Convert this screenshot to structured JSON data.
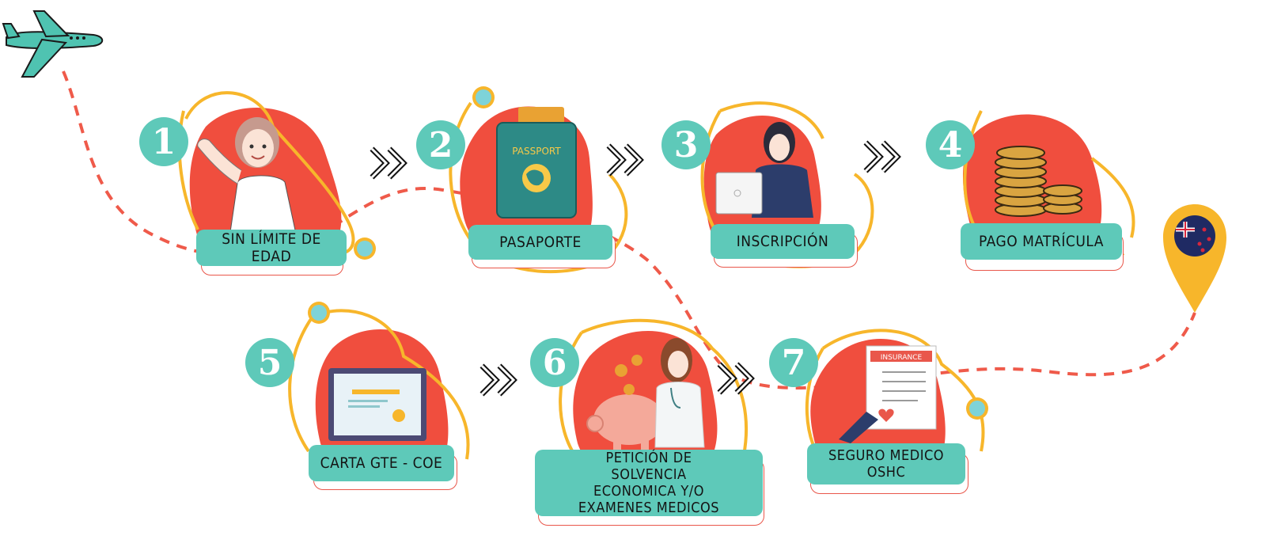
{
  "steps": [
    {
      "number": "1",
      "label": "SIN LÍMITE DE EDAD"
    },
    {
      "number": "2",
      "label": "PASAPORTE"
    },
    {
      "number": "3",
      "label": "INSCRIPCIÓN"
    },
    {
      "number": "4",
      "label": "PAGO MATRÍCULA"
    },
    {
      "number": "5",
      "label": "CARTA GTE - COE"
    },
    {
      "number": "6",
      "label_lines": [
        "PETICIÓN DE",
        "SOLVENCIA",
        "ECONOMICA  Y/O",
        "EXAMENES MEDICOS"
      ]
    },
    {
      "number": "7",
      "label": "SEGURO MEDICO OSHC"
    }
  ],
  "illustrations": {
    "passport_text": "PASSPORT",
    "insurance_text": "INSURANCE"
  },
  "icons": [
    "airplane-icon",
    "map-pin-icon",
    "chevron-double-icon"
  ],
  "colors": {
    "teal": "#5ec9b9",
    "red": "#f04e3e",
    "yellow": "#f7b62b",
    "dashed_path": "#ef5a4a"
  }
}
